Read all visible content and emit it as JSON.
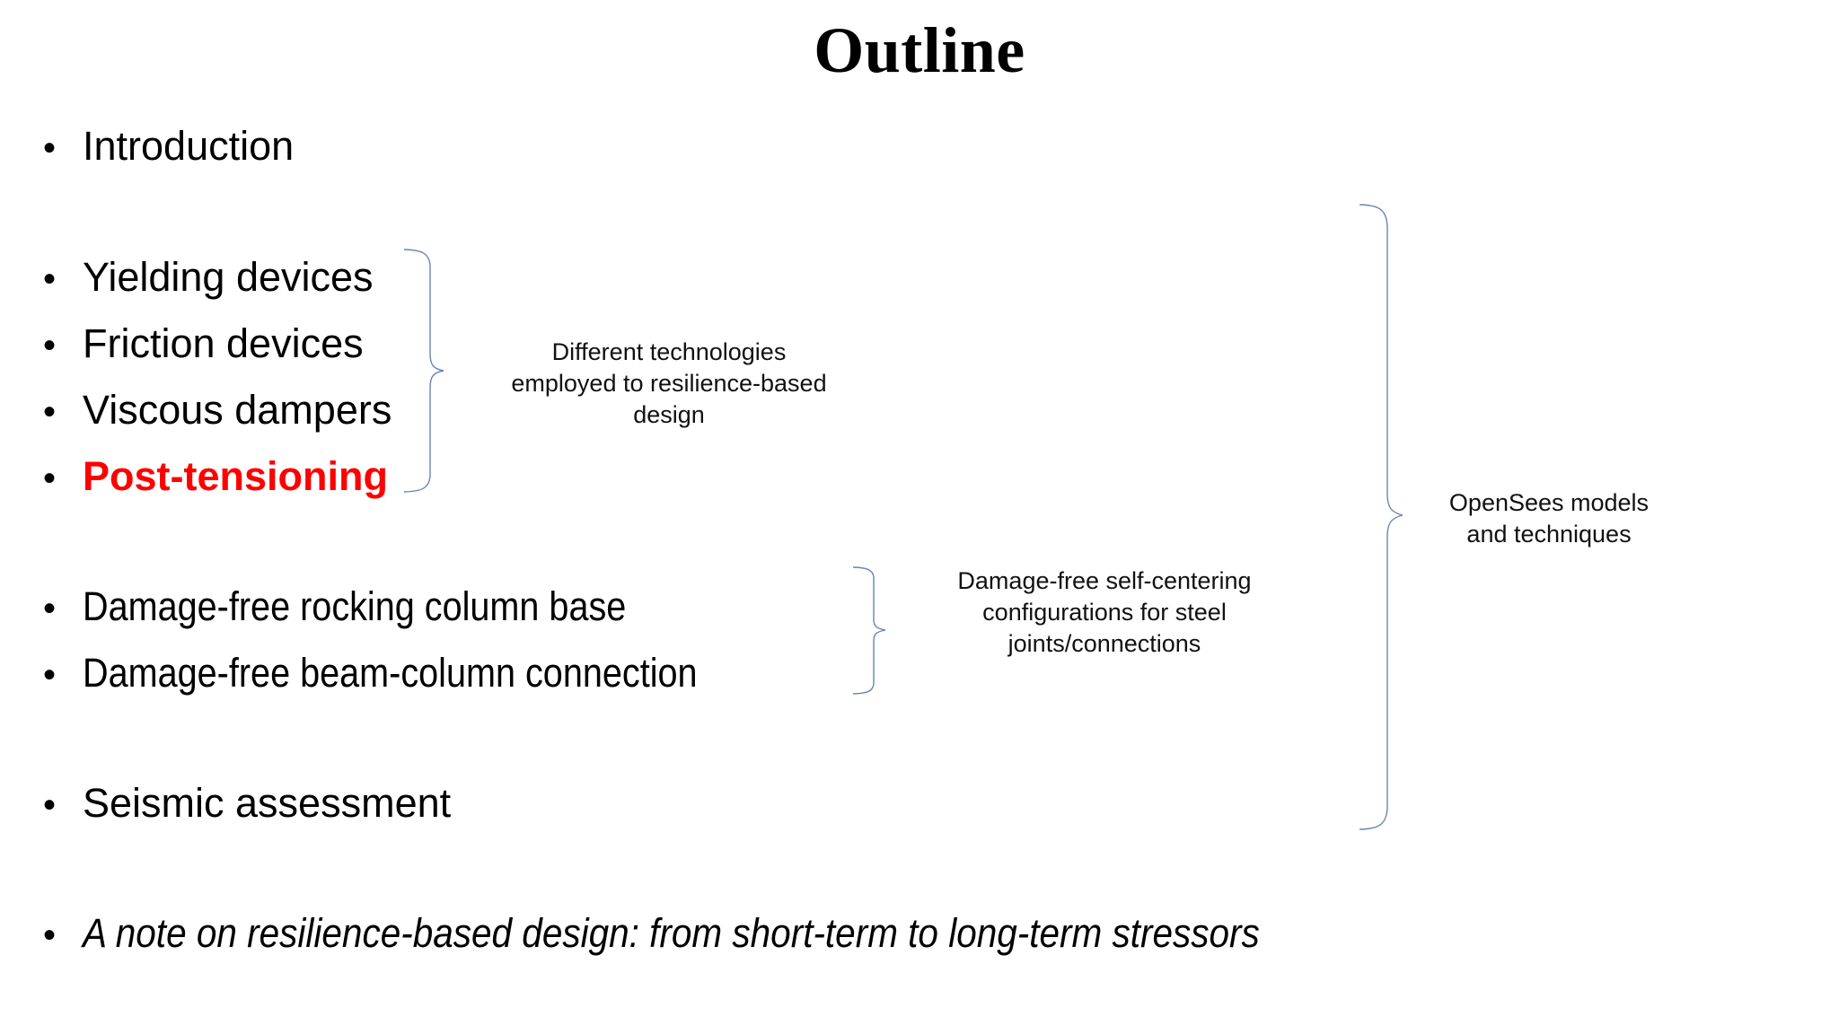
{
  "slide": {
    "title": "Outline",
    "background_color": "#FFFFFF",
    "accent_color": "#FF0000",
    "brace_color": "#6B83B6"
  },
  "bullets": [
    {
      "id": "introduction",
      "label": "Introduction"
    },
    {
      "id": "yielding-devices",
      "label": "Yielding devices"
    },
    {
      "id": "friction-devices",
      "label": "Friction devices"
    },
    {
      "id": "viscous-dampers",
      "label": "Viscous dampers"
    },
    {
      "id": "post-tensioning",
      "label": "Post-tensioning"
    },
    {
      "id": "rocking-column-base",
      "label": "Damage-free rocking column base"
    },
    {
      "id": "beam-column-connection",
      "label": "Damage-free beam-column connection"
    },
    {
      "id": "seismic-assessment",
      "label": "Seismic assessment"
    },
    {
      "id": "resilience-note",
      "label": "A note on resilience-based design: from short-term to long-term stressors"
    }
  ],
  "bullet_marker": "•",
  "annotations": {
    "technologies": {
      "line1": "Different technologies",
      "line2": "employed to resilience-based",
      "line3": "design"
    },
    "configurations": {
      "line1": "Damage-free self-centering",
      "line2": "configurations for steel",
      "line3": "joints/connections"
    },
    "opensees": {
      "line1": "OpenSees models",
      "line2": "and techniques"
    }
  }
}
